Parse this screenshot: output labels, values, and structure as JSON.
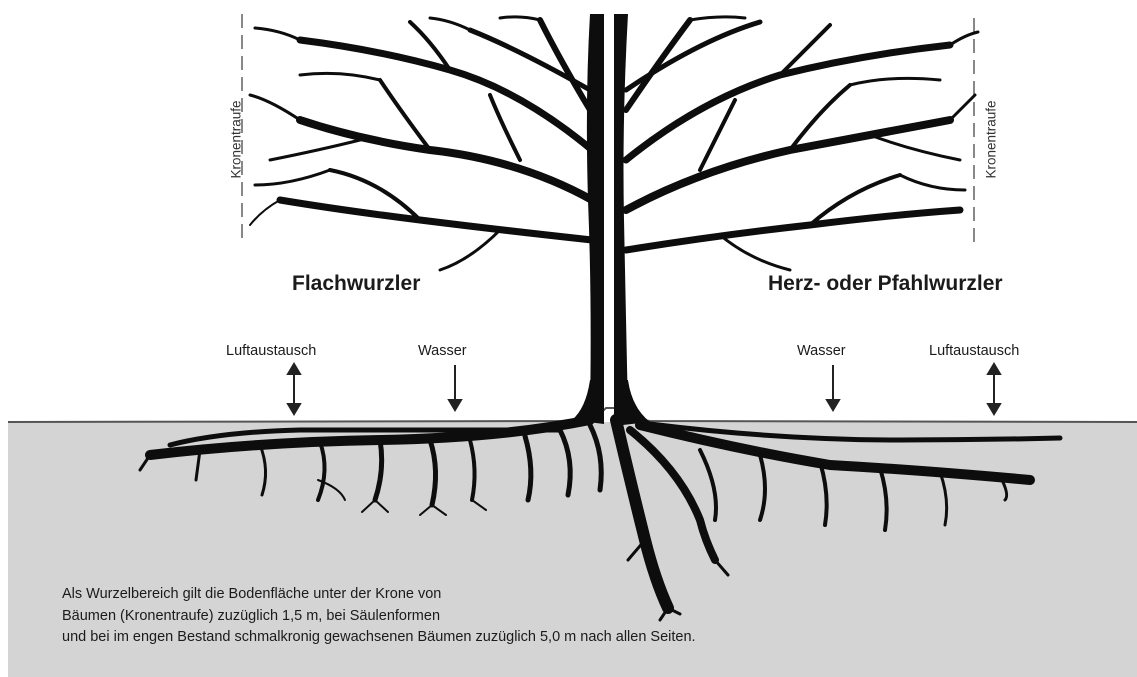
{
  "diagram": {
    "left_tree": {
      "title": "Flachwurzler",
      "crown_edge_label": "Kronentraufe",
      "arrow_labels": {
        "air": "Luftaustausch",
        "water": "Wasser"
      }
    },
    "right_tree": {
      "title": "Herz- oder Pfahlwurzler",
      "crown_edge_label": "Kronentraufe",
      "arrow_labels": {
        "water": "Wasser",
        "air": "Luftaustausch"
      }
    },
    "caption_lines": [
      "Als Wurzelbereich gilt die Bodenfläche unter der Krone von",
      "Bäumen (Kronentraufe) zuzüglich 1,5 m, bei Säulenformen",
      "und bei im engen Bestand schmalkronig gewachsenen Bäumen zuzüglich 5,0 m nach allen Seiten."
    ],
    "colors": {
      "soil": "#d4d4d4",
      "tree": "#0d0d0d",
      "ground_line": "#555555",
      "crown_edge": "#888888"
    }
  }
}
